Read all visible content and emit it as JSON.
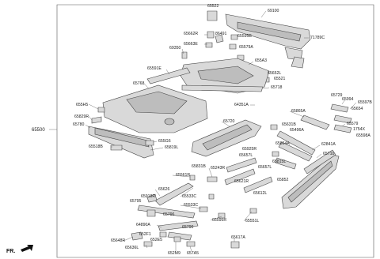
{
  "diagram": {
    "main_label": "65500",
    "direction_label": "FR.",
    "labels": {
      "l65522": "65522",
      "l69100": "69100",
      "l65662R": "65662R",
      "l86491": "86491",
      "l65595B": "65595B",
      "l71789C": "71789C",
      "l65663E": "65663E",
      "l65579A": "65579A",
      "l69350": "69350",
      "l655A3": "655A3",
      "l65591E": "65591E",
      "l65652L": "65652L",
      "l65521": "65521",
      "l65768": "65768",
      "l65718": "65718",
      "l64351A": "64351A",
      "l655H5": "655H5",
      "l65829R": "65829R",
      "l65780": "65780",
      "l65720": "65720",
      "l65631B": "65631B",
      "l65865A": "65865A",
      "l65729": "65729",
      "l65994": "65994",
      "l65597B": "65597B",
      "l65654": "65654",
      "l65579": "65579",
      "l1754X": "1754X",
      "l65598A": "65598A",
      "l65496A": "65496A",
      "l65864A": "65864A",
      "l62841A": "62841A",
      "l655G6": "655G6",
      "l65518B": "65518B",
      "l65819L": "65819L",
      "l65925R": "65925R",
      "l65657L": "65657L",
      "l65815L": "65815L",
      "l65710": "65710",
      "l65831B": "65831B",
      "l65243R": "65243R",
      "l65657L2": "65657L",
      "l65561R": "65561R",
      "l65621R": "65621R",
      "l65852": "65852",
      "l65626": "65626",
      "l65533C": "65533C",
      "l65612L": "65612L",
      "l65918R": "65918R",
      "l65795": "65795",
      "l65533C2": "65533C",
      "l65796": "65796",
      "l65595R": "65595R",
      "l65551L": "65551L",
      "l64890A": "64890A",
      "l65796b": "65796",
      "l652F1": "652F1",
      "l65648R": "65648R",
      "l652E5": "652E5",
      "l65636L": "65636L",
      "l65617A": "65617A",
      "l652M9": "652M9",
      "l657A5": "657A5"
    }
  }
}
